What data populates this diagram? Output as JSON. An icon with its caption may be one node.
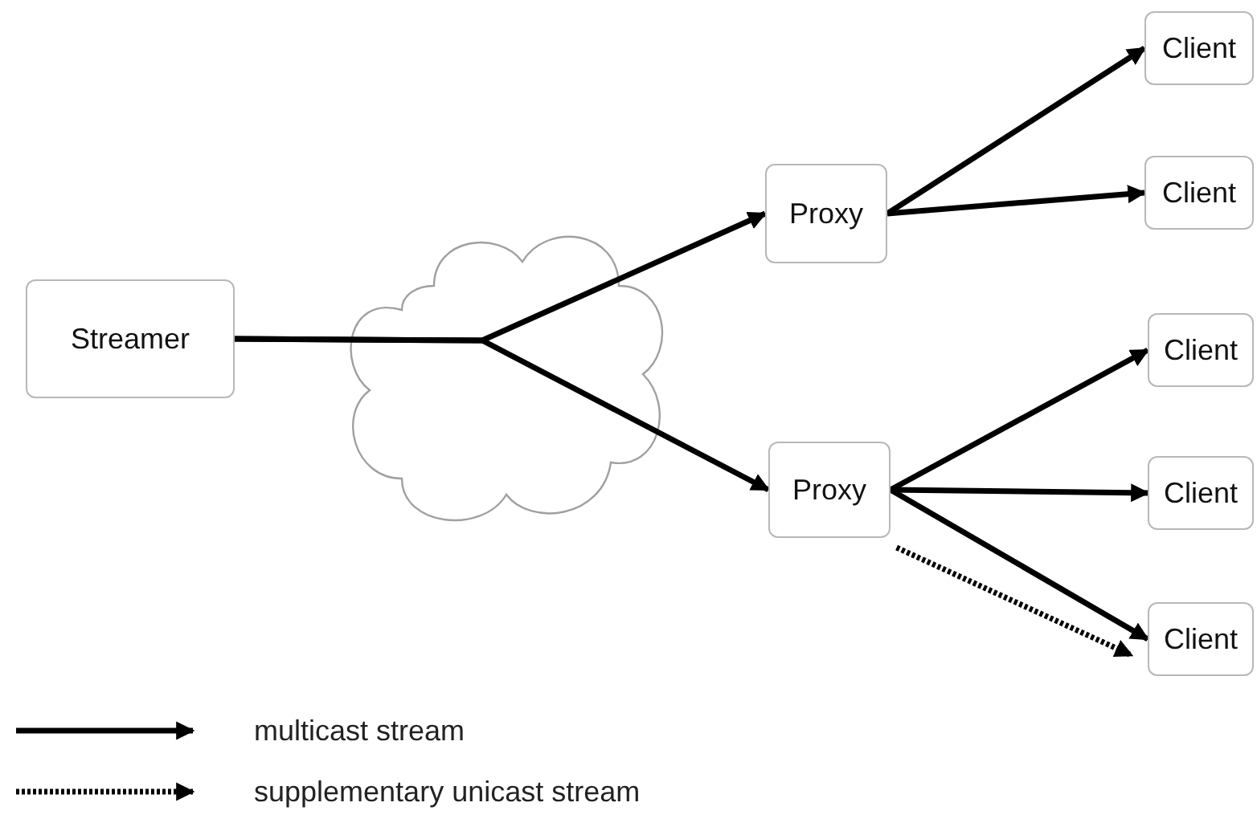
{
  "diagram": {
    "nodes": [
      {
        "text": [
          "Streamer"
        ]
      },
      {
        "text": [
          "Proxy"
        ]
      },
      {
        "text": [
          "Proxy"
        ]
      },
      {
        "text": [
          "Client"
        ]
      },
      {
        "text": [
          "Client"
        ]
      },
      {
        "text": [
          "Client"
        ]
      },
      {
        "text": [
          "Client"
        ]
      },
      {
        "text": [
          "Client"
        ]
      }
    ],
    "edges": [
      {
        "from": 0,
        "to": 1,
        "arrow": "to"
      },
      {
        "from": 0,
        "to": 2,
        "arrow": "to"
      },
      {
        "from": 1,
        "to": 3,
        "arrow": "to"
      },
      {
        "from": 1,
        "to": 4,
        "arrow": "to"
      },
      {
        "from": 2,
        "to": 5,
        "arrow": "to"
      },
      {
        "from": 2,
        "to": 6,
        "arrow": "to"
      },
      {
        "from": 2,
        "to": 7,
        "arrow": "to"
      },
      {
        "from": 2,
        "to": 7,
        "arrow": "to",
        "style": "dashed"
      }
    ],
    "legend": [
      {
        "text": "multicast stream"
      },
      {
        "text": "supplementary unicast stream"
      }
    ]
  }
}
